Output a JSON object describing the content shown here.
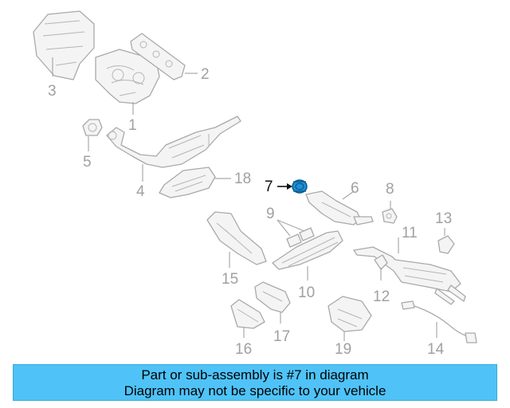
{
  "callouts": {
    "c1": "1",
    "c2": "2",
    "c3": "3",
    "c4": "4",
    "c5": "5",
    "c6": "6",
    "c7": "7",
    "c8": "8",
    "c9": "9",
    "c10": "10",
    "c11": "11",
    "c12": "12",
    "c13": "13",
    "c14": "14",
    "c15": "15",
    "c16": "16",
    "c17": "17",
    "c18": "18",
    "c19": "19"
  },
  "highlight_color": "#1e8fd6",
  "banner": {
    "line1": "Part or sub-assembly is #7 in diagram",
    "line2": "Diagram may not be specific to your vehicle",
    "background": "#4fc3f7"
  }
}
